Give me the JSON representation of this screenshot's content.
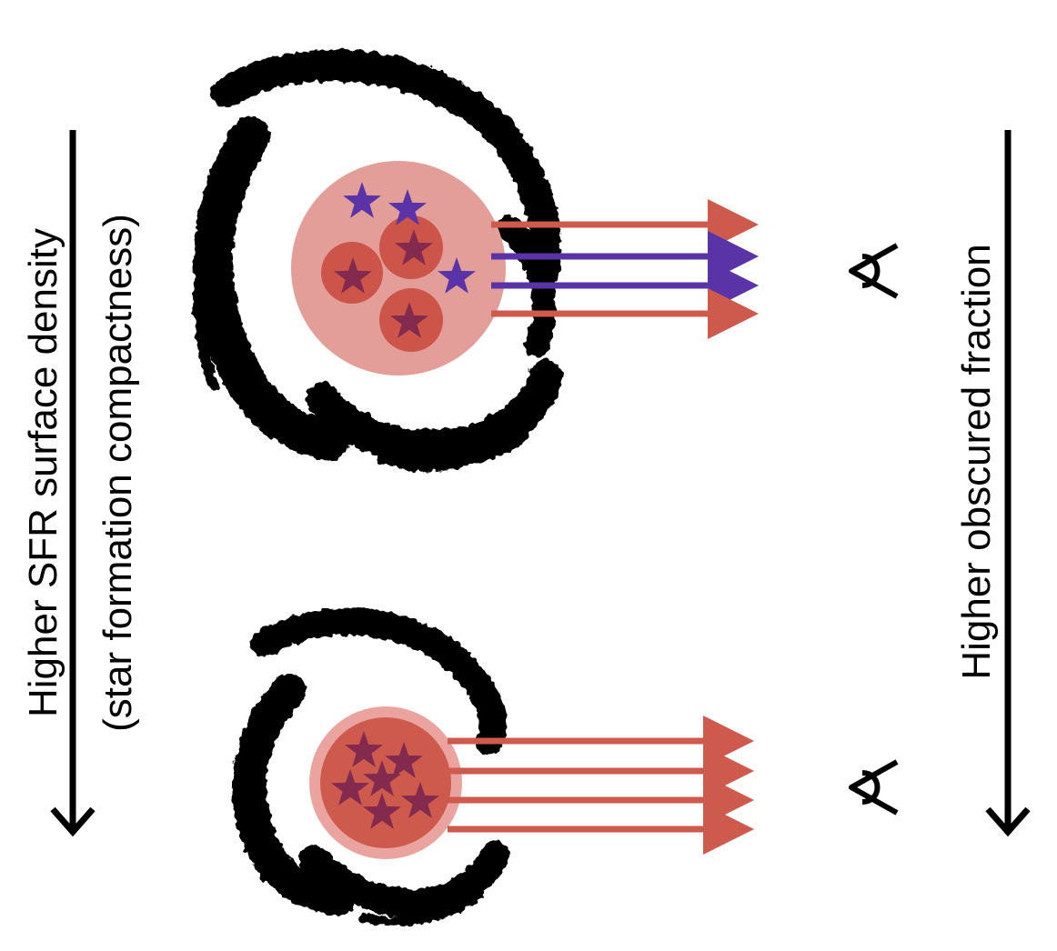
{
  "labels": {
    "left_line1": "Higher SFR surface density",
    "left_line2": "(star formation compactness)",
    "right": "Higher obscured fraction"
  },
  "colors": {
    "dust": "#000000",
    "extended_disk": "#e39e99",
    "compact_disk": "#cd5a4d",
    "compact_rim": "#eaa39e",
    "clump": "#cc5448",
    "obscured_star": "#832a4e",
    "unobscured_star": "#5a33a7",
    "red_arrow": "#cd5a4d",
    "blue_arrow": "#5a33a7",
    "eye": "#000000"
  },
  "icons": {
    "eye": "eye-icon",
    "star": "star-icon",
    "axis_arrow": "arrow-down-icon"
  }
}
